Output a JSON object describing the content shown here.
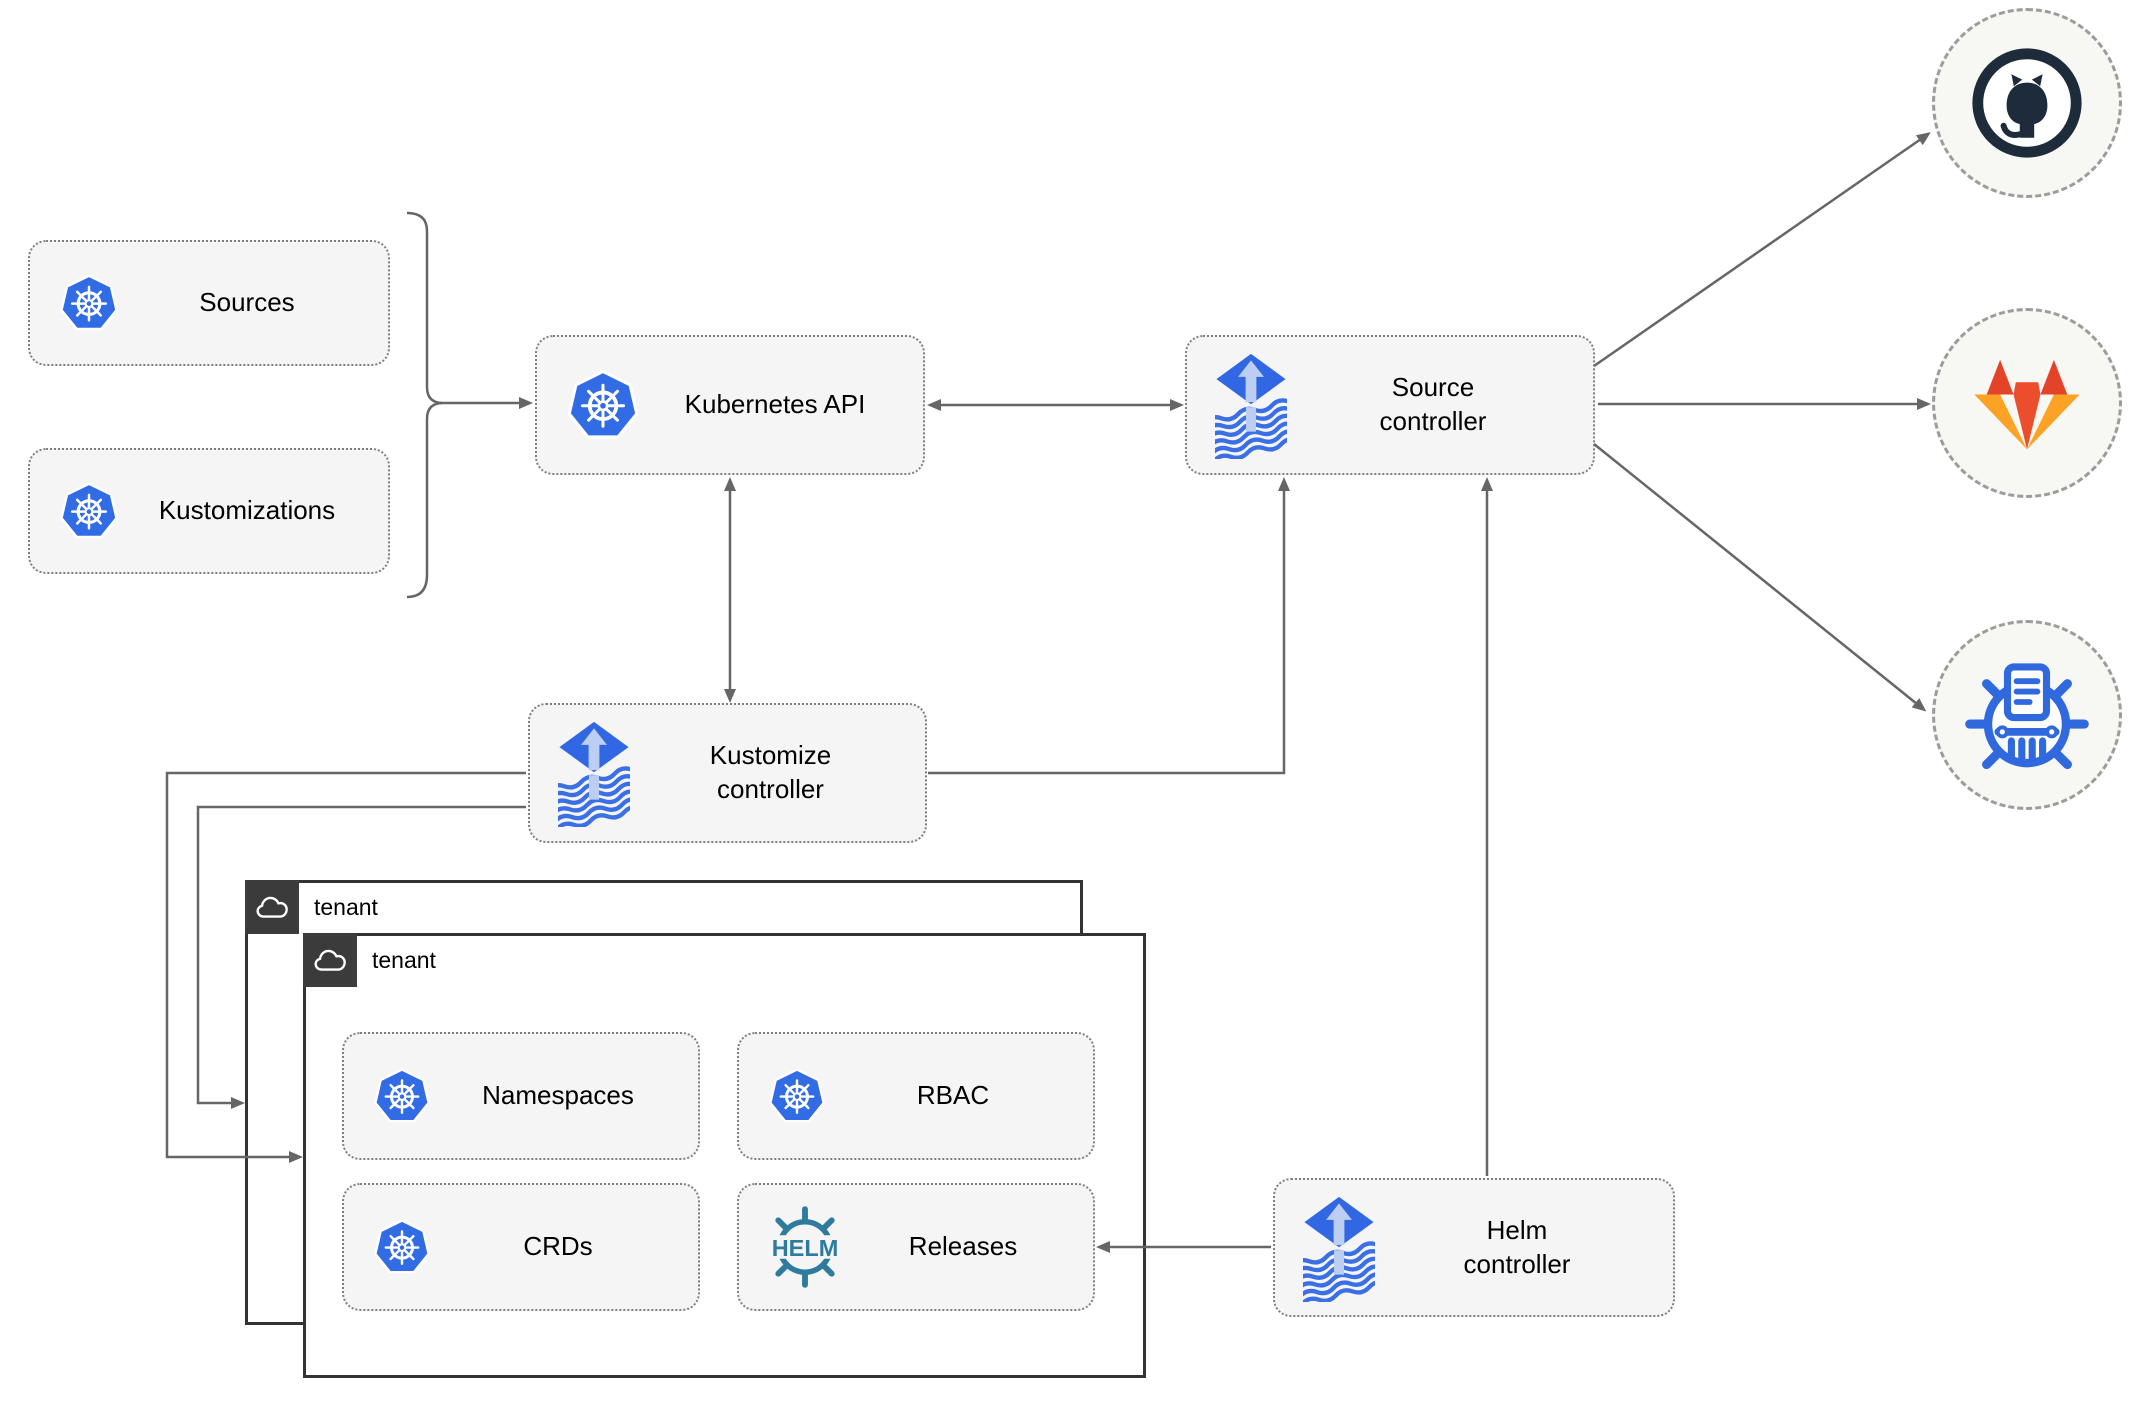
{
  "nodes": {
    "sources": {
      "label": "Sources",
      "icon": "kubernetes-icon"
    },
    "kustomizations": {
      "label": "Kustomizations",
      "icon": "kubernetes-icon"
    },
    "kubernetes_api": {
      "label": "Kubernetes API",
      "icon": "kubernetes-icon"
    },
    "source_controller": {
      "label": "Source\ncontroller",
      "icon": "flux-icon"
    },
    "kustomize_controller": {
      "label": "Kustomize\ncontroller",
      "icon": "flux-icon"
    },
    "helm_controller": {
      "label": "Helm\ncontroller",
      "icon": "flux-icon"
    },
    "namespaces": {
      "label": "Namespaces",
      "icon": "kubernetes-icon"
    },
    "rbac": {
      "label": "RBAC",
      "icon": "kubernetes-icon"
    },
    "crds": {
      "label": "CRDs",
      "icon": "kubernetes-icon"
    },
    "releases": {
      "label": "Releases",
      "icon": "helm-icon"
    }
  },
  "tenants": {
    "back": {
      "label": "tenant",
      "icon": "cloud-icon"
    },
    "front": {
      "label": "tenant",
      "icon": "cloud-icon"
    }
  },
  "endpoints": {
    "github": {
      "icon": "github-octocat-icon"
    },
    "gitlab": {
      "icon": "gitlab-tanuki-icon"
    },
    "chartmuseum": {
      "icon": "chartmuseum-icon"
    }
  },
  "colors": {
    "kubernetes_blue": "#326CE5",
    "flux_blue": "#3167E3",
    "flux_light_arrow": "#BCCEF2",
    "flux_wave_blue": "#3B6FE6",
    "helm_teal": "#2E7B9E",
    "chartmuseum_blue": "#3069DE",
    "github_dark": "#1D2B3A",
    "gitlab_red": "#E24329",
    "gitlab_orange": "#EC4D2C",
    "gitlab_light_orange": "#FCA326",
    "connector_gray": "#666666",
    "node_fill": "#F5F5F5",
    "node_border": "#7F7F7F",
    "tenant_border": "#333333",
    "tenant_header_bg": "#3B3B3B",
    "endpoint_fill": "#F7F7F3",
    "endpoint_border": "#9C9C9C"
  }
}
